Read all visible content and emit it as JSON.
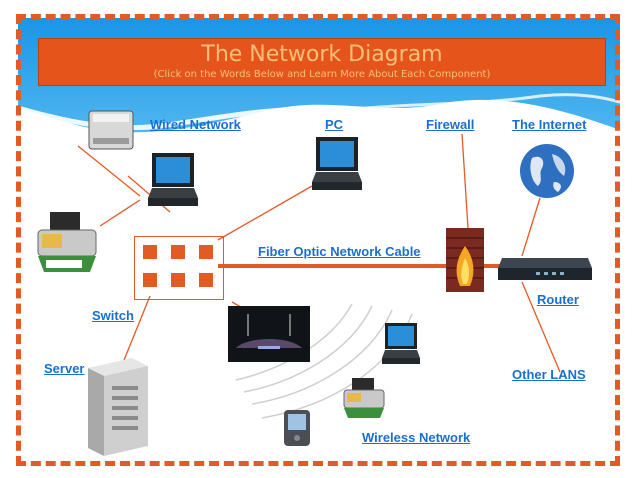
{
  "title": "The Network Diagram",
  "subtitle": "(Click on the Words Below and Learn More About Each Component)",
  "links": {
    "wired_network": "Wired Network",
    "pc": "PC",
    "firewall": "Firewall",
    "internet": "The Internet",
    "fiber": "Fiber Optic Network Cable",
    "switch": "Switch",
    "router": "Router",
    "server": "Server",
    "other_lans": "Other LANS",
    "wireless": "Wireless Network"
  },
  "colors": {
    "accent": "#e5551b",
    "link": "#1a6fd1",
    "sky": "#2aa3ea",
    "cable": "#e25a24"
  },
  "icons": [
    "scanner-icon",
    "laptop-icon",
    "printer-icon",
    "firewall-icon",
    "globe-icon",
    "router-icon",
    "wireless-router-icon",
    "server-icon",
    "pda-icon",
    "switch-icon"
  ]
}
